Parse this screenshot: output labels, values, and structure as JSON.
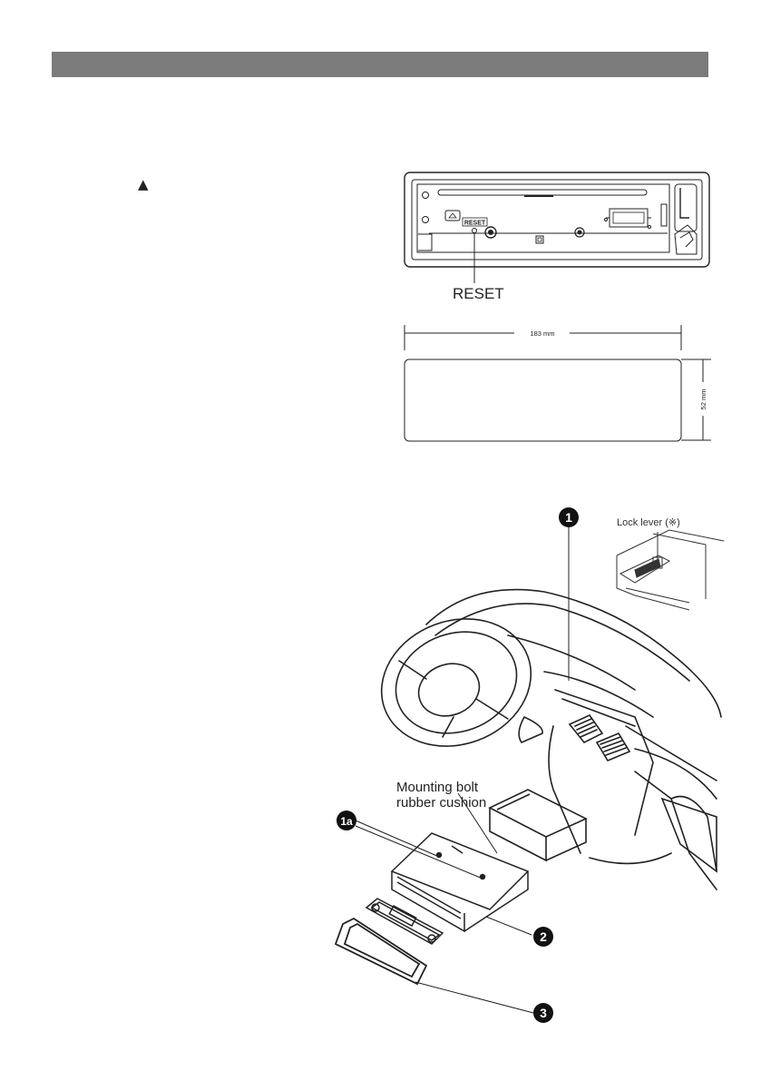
{
  "header": {
    "color": "#7b7b7b"
  },
  "eject": {
    "glyph": "▲",
    "icon": "eject-icon"
  },
  "front_panel": {
    "reset_tag": "RESET",
    "reset_callout": "RESET"
  },
  "dimensions": {
    "width_label": "183 mm",
    "height_label": "52 mm"
  },
  "installation": {
    "lock_lever_label": "Lock lever (※)",
    "cushion_line1": "Mounting bolt",
    "cushion_line2": "rubber cushion",
    "callouts": {
      "c1": "1",
      "c1a": "1a",
      "c2": "2",
      "c3": "3"
    }
  }
}
